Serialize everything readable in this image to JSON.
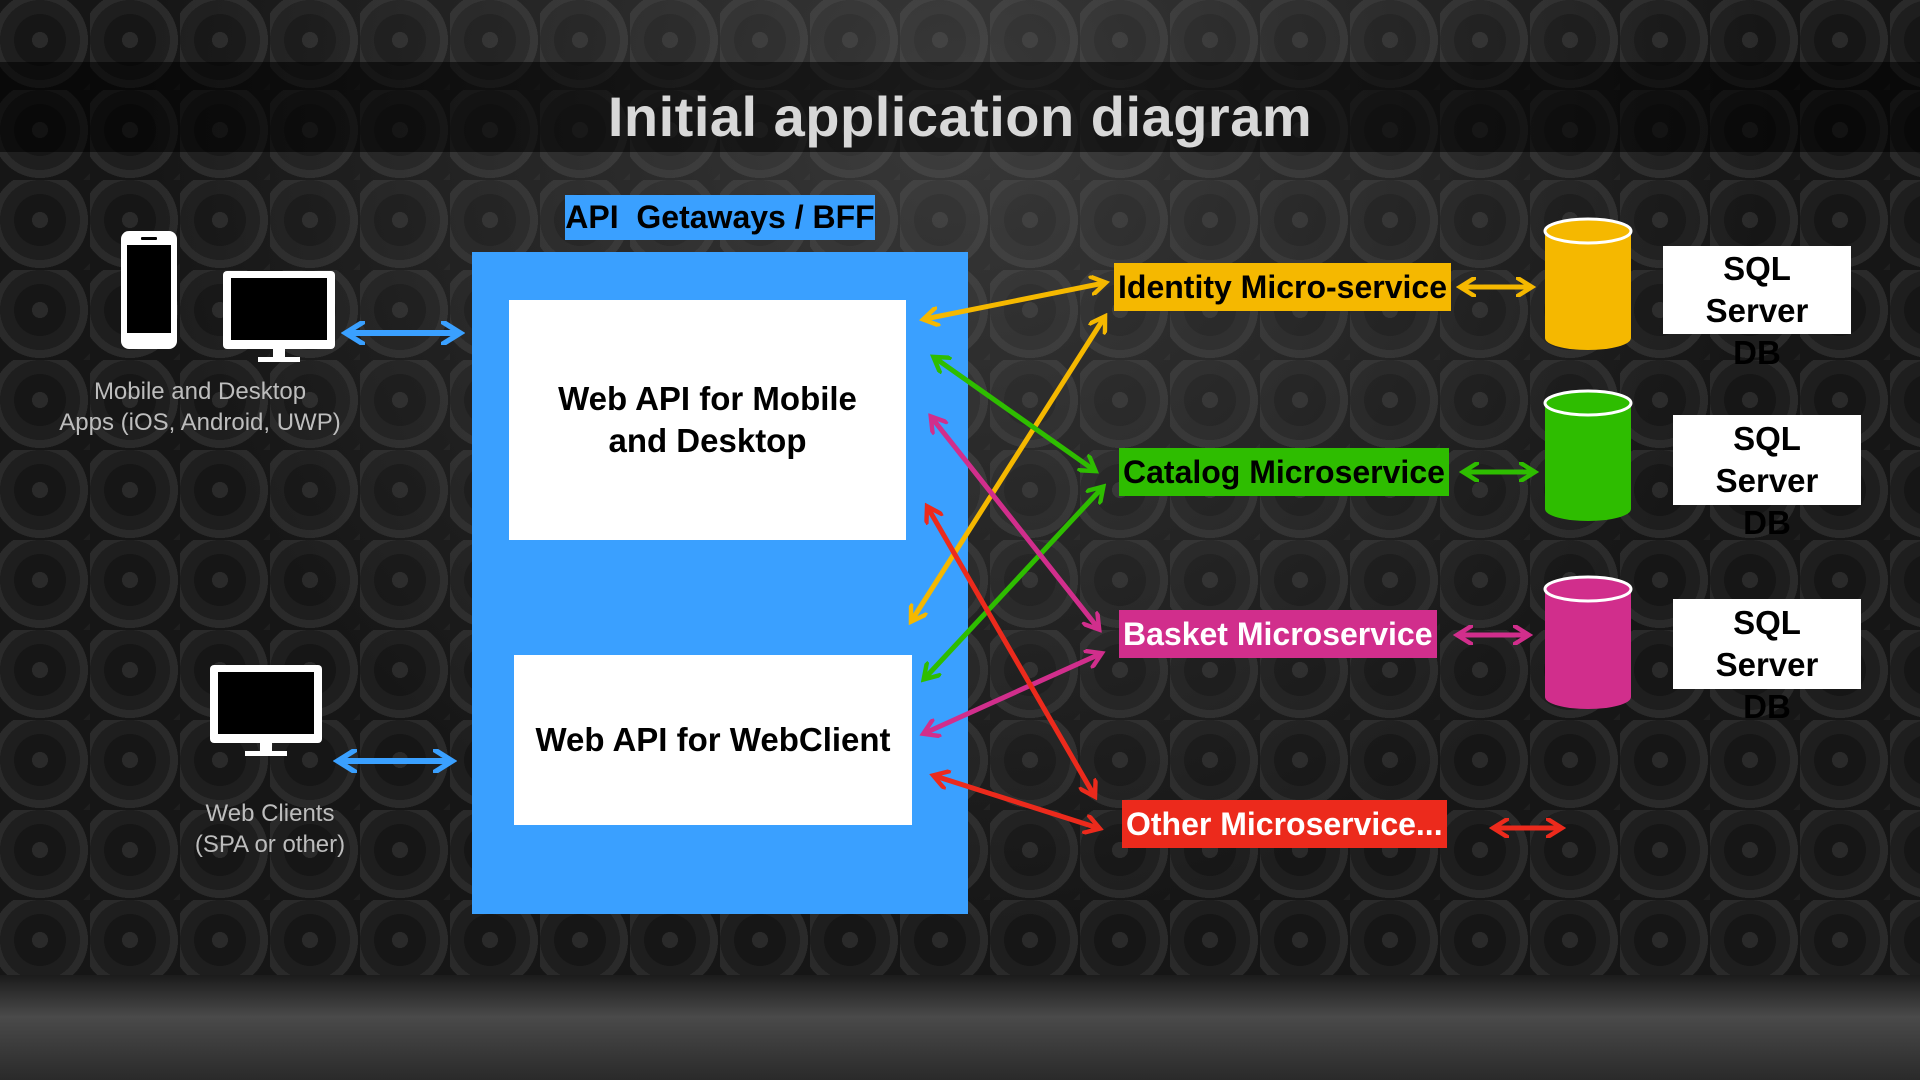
{
  "title": "Initial application diagram",
  "clients": {
    "mobile_desktop_caption": [
      "Mobile and Desktop",
      "Apps (iOS, Android, UWP)"
    ],
    "web_caption": [
      "Web Clients",
      "(SPA or other)"
    ]
  },
  "gateway": {
    "label": "API  Getaways / BFF",
    "api_mobile": "Web API for Mobile and Desktop",
    "api_web": "Web API for WebClient"
  },
  "services": [
    {
      "label": "Identity Micro-service",
      "color": "#f5b800",
      "text_color": "#000000"
    },
    {
      "label": "Catalog Microservice",
      "color": "#2ebd00",
      "text_color": "#000000"
    },
    {
      "label": "Basket Microservice",
      "color": "#d12e8c",
      "text_color": "#ffffff"
    },
    {
      "label": "Other Microservice...",
      "color": "#ec2a1c",
      "text_color": "#ffffff"
    }
  ],
  "databases": [
    {
      "label": "SQL Server DB",
      "color": "#f5b800"
    },
    {
      "label": "SQL Server DB",
      "color": "#2ebd00"
    },
    {
      "label": "SQL Server DB",
      "color": "#d12e8c"
    }
  ],
  "colors": {
    "gateway_blue": "#3aa0ff",
    "client_arrow": "#3aa0ff"
  }
}
